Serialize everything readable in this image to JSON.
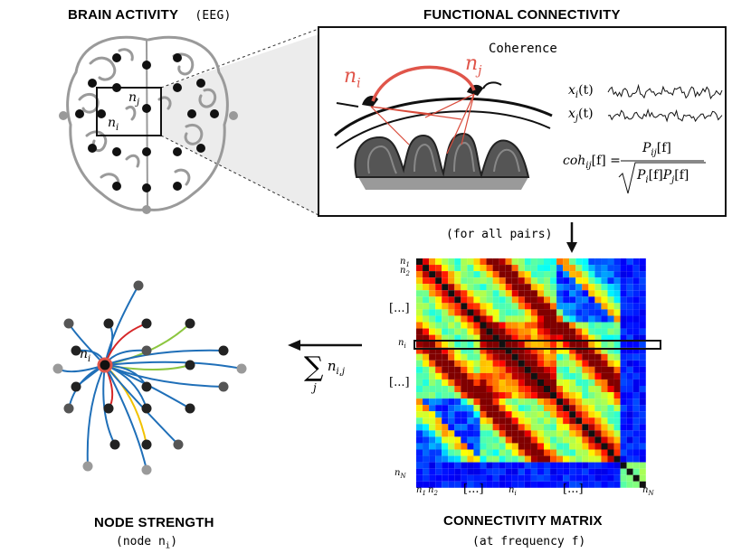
{
  "titles": {
    "brain_activity": "BRAIN ACTIVITY",
    "brain_activity_sub": "(EEG)",
    "functional_connectivity": "FUNCTIONAL CONNECTIVITY",
    "connectivity_matrix": "CONNECTIVITY MATRIX",
    "connectivity_matrix_sub": "(at frequency f)",
    "node_strength": "NODE STRENGTH",
    "node_strength_sub": "(node n",
    "node_strength_sub_index": "i",
    "node_strength_sub_close": ")"
  },
  "brain": {
    "node_label_j": "n",
    "node_label_j_sub": "j",
    "node_label_i": "n",
    "node_label_i_sub": "i"
  },
  "coherence_panel": {
    "label": "Coherence",
    "ni_label": "n",
    "ni_sub": "i",
    "nj_label": "n",
    "nj_sub": "j",
    "xi_label": "x",
    "xi_sub": "i",
    "xi_arg": "(t)",
    "xj_label": "x",
    "xj_sub": "j",
    "xj_arg": "(t)",
    "formula_lhs": "coh",
    "formula_lhs_sub": "ij",
    "formula_lhs_arg": "[f] =",
    "formula_num": "P",
    "formula_num_sub": "ij",
    "formula_num_arg": "[f]",
    "formula_den_a": "P",
    "formula_den_a_sub": "i",
    "formula_den_a_arg": "[f]",
    "formula_den_b": "P",
    "formula_den_b_sub": "j",
    "formula_den_b_arg": "[f]"
  },
  "arrow_labels": {
    "for_all_pairs": "(for all pairs)",
    "sum_symbol": "∑",
    "sum_index": "j",
    "sum_term": "n",
    "sum_term_sub": "i,j"
  },
  "matrix": {
    "row_labels": [
      "n",
      "n",
      "[...]",
      "n",
      "[...]",
      "n"
    ],
    "row_label_subs": [
      "1",
      "2",
      "",
      "i",
      "",
      "N"
    ],
    "col_labels": [
      "n",
      "n",
      "[...]",
      "n",
      "[...]",
      "n"
    ],
    "col_label_subs": [
      "1",
      "2",
      "",
      "i",
      "",
      "N"
    ]
  },
  "node_strength": {
    "center_label": "n",
    "center_sub": "i"
  },
  "colors": {
    "accent_red": "#e0554a",
    "edge_blue": "#1f6fb8",
    "edge_red": "#d62728",
    "edge_green": "#8cc63f",
    "edge_yellow": "#f2c200",
    "node_dark": "#111111",
    "node_grey": "#8a8a8a"
  }
}
